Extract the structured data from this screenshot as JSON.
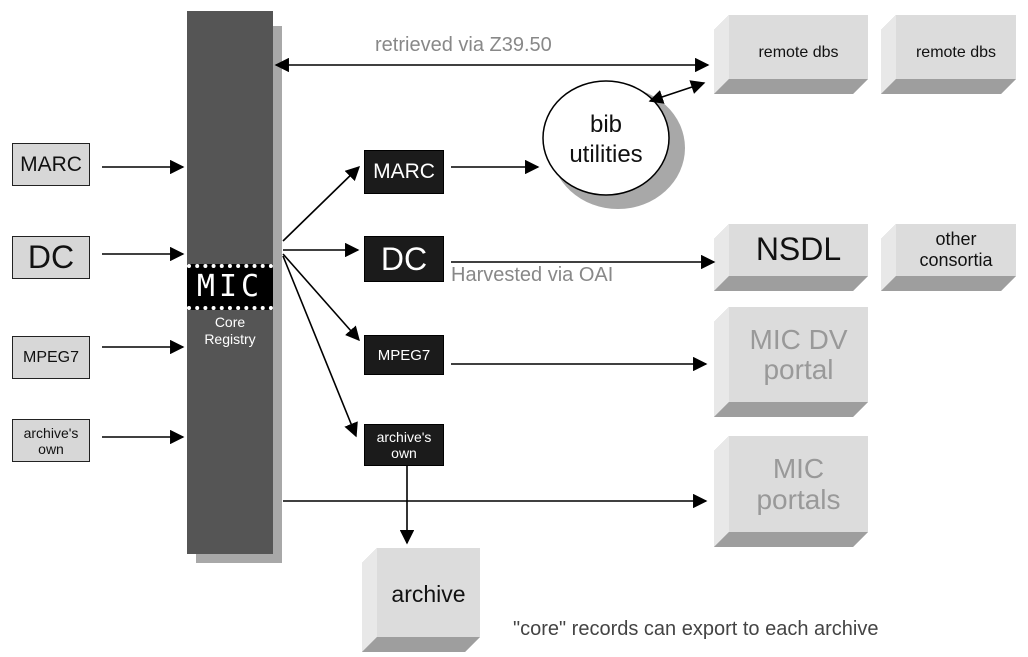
{
  "registry": {
    "logo_text": "MIC",
    "label_line1": "Core",
    "label_line2": "Registry"
  },
  "inputs": {
    "marc": "MARC",
    "dc": "DC",
    "mpeg7": "MPEG7",
    "archive_own_line1": "archive's",
    "archive_own_line2": "own"
  },
  "outputs": {
    "marc": "MARC",
    "dc": "DC",
    "mpeg7": "MPEG7",
    "archive_own_line1": "archive's",
    "archive_own_line2": "own"
  },
  "destinations": {
    "remote_dbs_1": "remote dbs",
    "remote_dbs_2": "remote dbs",
    "bib_line1": "bib",
    "bib_line2": "utilities",
    "nsdl": "NSDL",
    "other_line1": "other",
    "other_line2": "consortia",
    "mic_dv_line1": "MIC DV",
    "mic_dv_line2": "portal",
    "mic_portals_line1": "MIC",
    "mic_portals_line2": "portals",
    "archive": "archive"
  },
  "annotations": {
    "z3950": "retrieved via Z39.50",
    "oai": "Harvested via OAI",
    "core_export": "\"core\" records can export to each archive"
  },
  "colors": {
    "registry_bar": "#555555",
    "registry_shadow": "#a8a8a8",
    "input_fill": "#d7d7d7",
    "output_fill": "#1b1b1b",
    "cube_front": "#dcdcdc",
    "cube_shade": "#9e9e9e",
    "grey_text": "#888888",
    "arrow": "#000000"
  }
}
